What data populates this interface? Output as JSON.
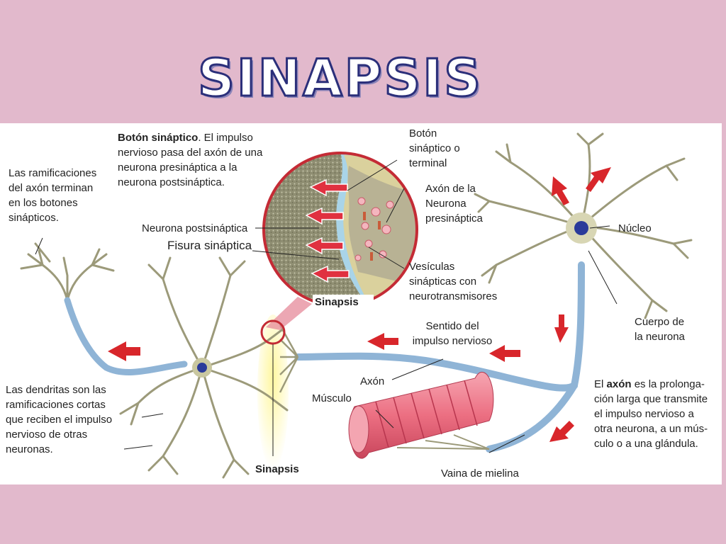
{
  "title": "SINAPSIS",
  "labels": {
    "boton_sinaptico_title": "Botón sináptico",
    "boton_sinaptico_desc": ". El impulso nervioso pasa del axón de una neurona presináptica a la neurona postsináptica.",
    "ramificaciones": "Las ramificaciones del axón terminan en los botones sinápticos.",
    "neurona_postsinaptica": "Neurona postsináptica",
    "fisura_sinaptica": "Fisura sináptica",
    "sinapsis_zoom": "Sinapsis",
    "boton_terminal": "Botón sináptico o terminal",
    "axon_presinaptica": "Axón de la Neurona presináptica",
    "vesiculas": "Vesículas sinápticas con neurotransmisores",
    "nucleo": "Núcleo",
    "cuerpo_neurona": "Cuerpo de la neurona",
    "sentido_impulso": "Sentido del impulso nervioso",
    "axon": "Axón",
    "musculo": "Músculo",
    "axon_def_title": "axón",
    "axon_def_pre": "El ",
    "axon_def_post": " es la prolonga-ción larga que transmite el impulso nervioso a otra neurona, a un mús-culo o a una glándula.",
    "dendritas": "Las dendritas son las ramificaciones cortas que reciben el impulso nervioso de otras neuronas.",
    "sinapsis_bottom": "Sinapsis",
    "vaina_mielina": "Vaina de mielina"
  },
  "colors": {
    "background": "#e2b9cc",
    "dendrite": "#9c9a7a",
    "axon": "#8fb4d6",
    "nucleus": "#2a3a9a",
    "arrow": "#d8262b",
    "muscle": "#f07a8c",
    "synapse_circle": "#c42b35"
  }
}
